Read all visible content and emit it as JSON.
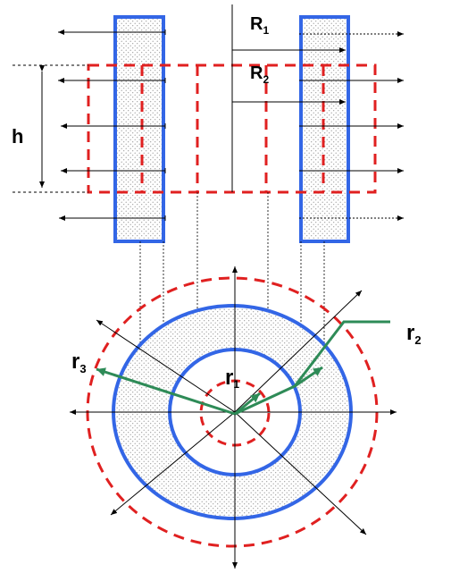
{
  "labels": {
    "R1": {
      "main": "R",
      "sub": "1"
    },
    "R2": {
      "main": "R",
      "sub": "2"
    },
    "h": "h",
    "r1": {
      "main": "r",
      "sub": "1"
    },
    "r2": {
      "main": "r",
      "sub": "2"
    },
    "r3": {
      "main": "r",
      "sub": "3"
    }
  },
  "colors": {
    "solid_outline": "#3366e6",
    "dashed_outline": "#e02020",
    "radius_lines": "#2e8b57",
    "arrows": "#000000",
    "guides": "#000000",
    "dot_fill": "#9a9a9a"
  }
}
